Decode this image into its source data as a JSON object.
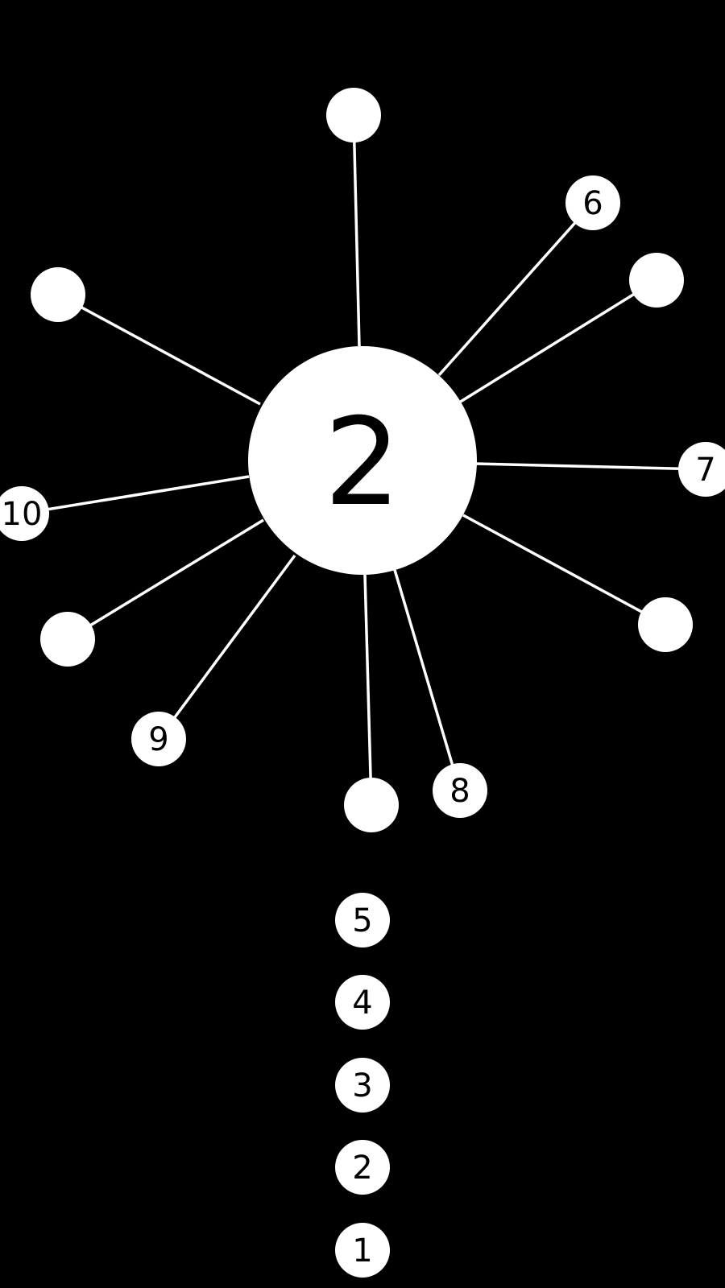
{
  "game": {
    "level": "2",
    "colors": {
      "background": "#000000",
      "ball": "#ffffff",
      "text": "#000000"
    },
    "pinned_labels": [
      "6",
      "7",
      "8",
      "9",
      "10"
    ],
    "queue_labels": [
      "5",
      "4",
      "3",
      "2",
      "1"
    ]
  }
}
